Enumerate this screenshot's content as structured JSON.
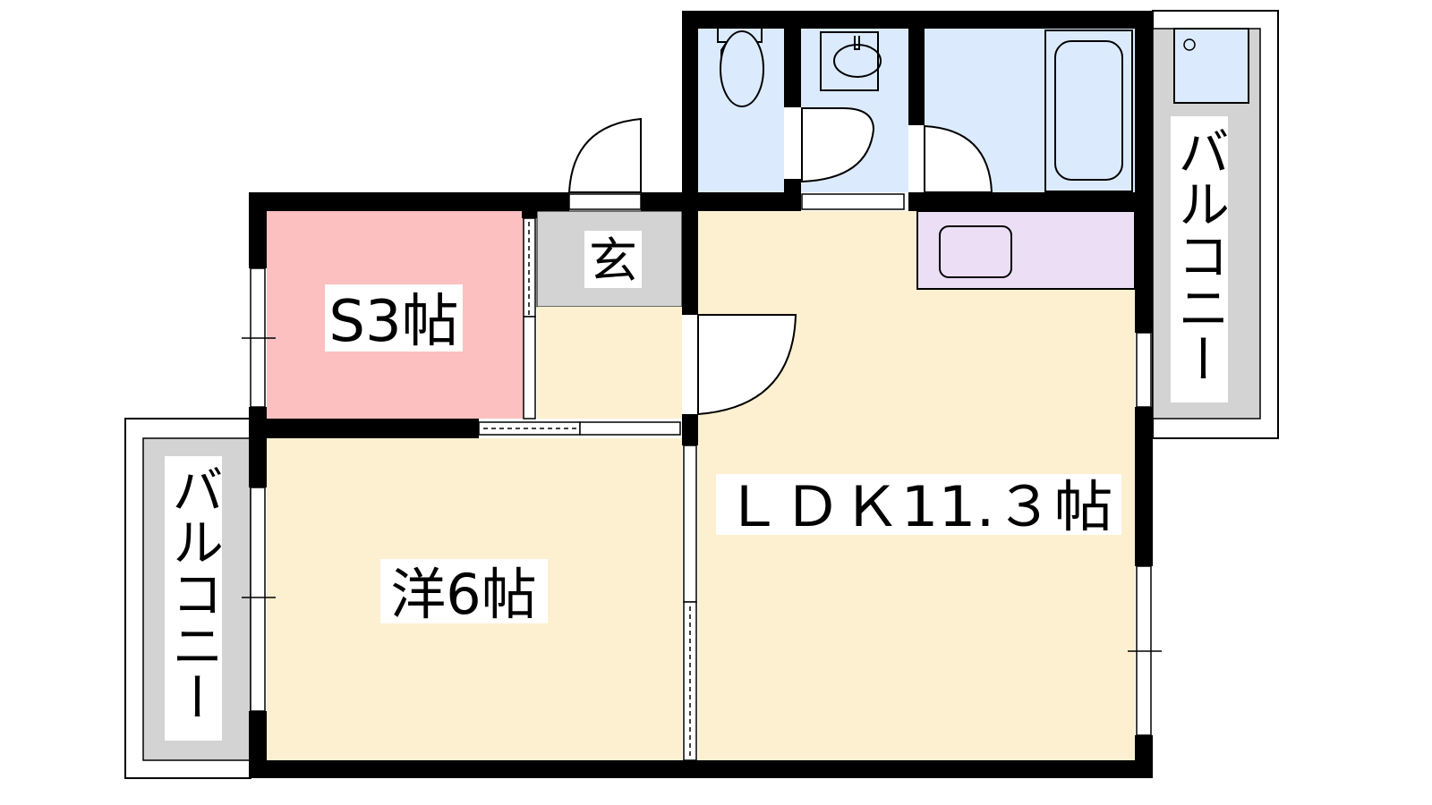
{
  "rooms": {
    "service_room": "S3帖",
    "entrance": "玄",
    "western_room": "洋6帖",
    "ldk": "ＬＤＫ11.３帖"
  },
  "balconies": {
    "right": "バルコニー",
    "left": "バルコニー"
  },
  "colors": {
    "service_room": "#fcc0c0",
    "floor": "#fdf0d0",
    "entrance": "#d3d3d3",
    "wet_area": "#dbebfd",
    "kitchen": "#ecdff5",
    "wall": "#000000"
  }
}
